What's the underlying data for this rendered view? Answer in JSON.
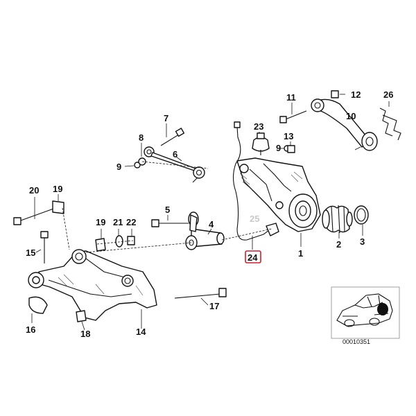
{
  "callouts": [
    {
      "id": "c1",
      "label": "1"
    },
    {
      "id": "c2",
      "label": "2"
    },
    {
      "id": "c3",
      "label": "3"
    },
    {
      "id": "c4",
      "label": "4"
    },
    {
      "id": "c5",
      "label": "5"
    },
    {
      "id": "c6",
      "label": "6"
    },
    {
      "id": "c7",
      "label": "7"
    },
    {
      "id": "c8",
      "label": "8"
    },
    {
      "id": "c9a",
      "label": "9"
    },
    {
      "id": "c9b",
      "label": "9"
    },
    {
      "id": "c10",
      "label": "10"
    },
    {
      "id": "c11",
      "label": "11"
    },
    {
      "id": "c12",
      "label": "12"
    },
    {
      "id": "c13",
      "label": "13"
    },
    {
      "id": "c14",
      "label": "14"
    },
    {
      "id": "c15",
      "label": "15"
    },
    {
      "id": "c16",
      "label": "16"
    },
    {
      "id": "c17",
      "label": "17"
    },
    {
      "id": "c18",
      "label": "18"
    },
    {
      "id": "c19a",
      "label": "19"
    },
    {
      "id": "c19b",
      "label": "19"
    },
    {
      "id": "c20",
      "label": "20"
    },
    {
      "id": "c21",
      "label": "21"
    },
    {
      "id": "c22",
      "label": "22"
    },
    {
      "id": "c23",
      "label": "23"
    },
    {
      "id": "c24",
      "label": "24"
    },
    {
      "id": "c25",
      "label": "25"
    },
    {
      "id": "c26",
      "label": "26"
    }
  ],
  "highlight": {
    "label": "24",
    "color": "#d11f2a"
  },
  "faint_label_color": "#c9c9c9",
  "reference_code": "00010351",
  "icons": {
    "vehicle_locator": "car-locator-icon"
  }
}
